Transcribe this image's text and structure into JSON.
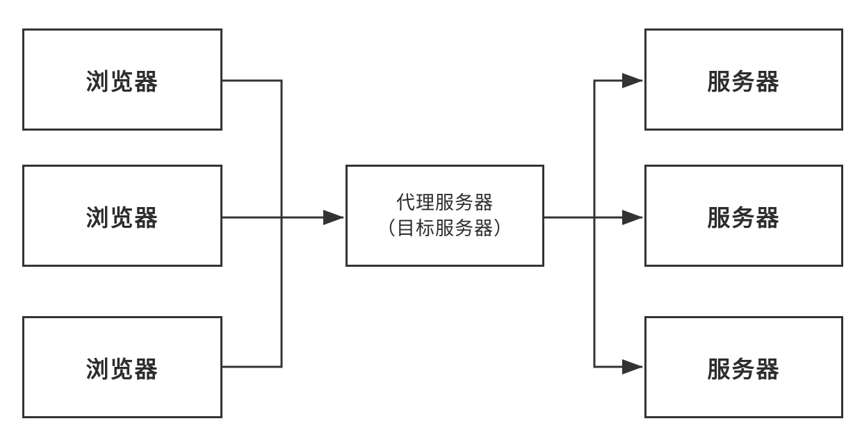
{
  "diagram": {
    "title": "forward-proxy-topology",
    "colors": {
      "stroke": "#333333",
      "text": "#2d2d2d",
      "background": "#ffffff"
    },
    "nodes": {
      "browser1": {
        "label": "浏览器"
      },
      "browser2": {
        "label": "浏览器"
      },
      "browser3": {
        "label": "浏览器"
      },
      "proxy": {
        "label": "代理服务器",
        "sublabel": "（目标服务器）"
      },
      "server1": {
        "label": "服务器"
      },
      "server2": {
        "label": "服务器"
      },
      "server3": {
        "label": "服务器"
      }
    },
    "edges": [
      {
        "from": "browser1",
        "to": "proxy",
        "arrow": true
      },
      {
        "from": "browser2",
        "to": "proxy",
        "arrow": true
      },
      {
        "from": "browser3",
        "to": "proxy",
        "arrow": true
      },
      {
        "from": "proxy",
        "to": "server1",
        "arrow": true
      },
      {
        "from": "proxy",
        "to": "server2",
        "arrow": true
      },
      {
        "from": "proxy",
        "to": "server3",
        "arrow": true
      }
    ]
  }
}
